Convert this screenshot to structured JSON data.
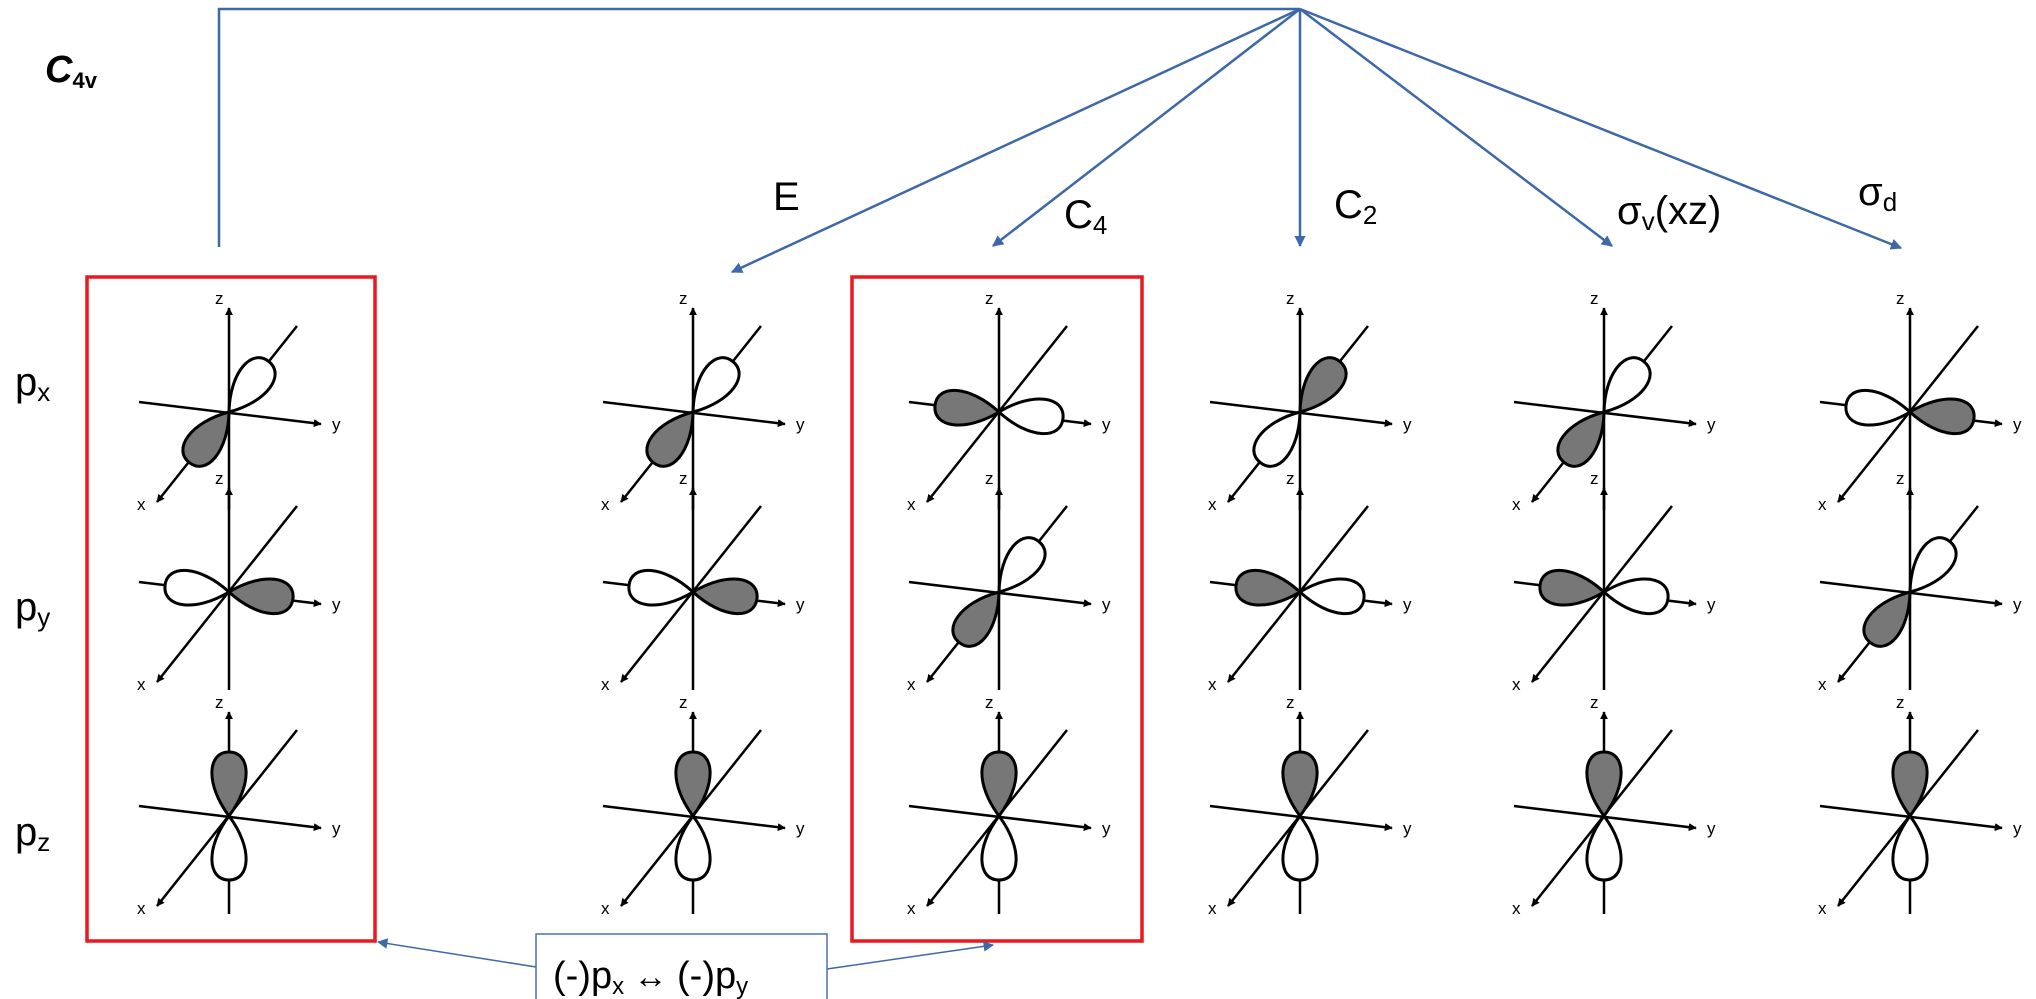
{
  "group": {
    "name": "C",
    "subscript": "4v"
  },
  "operations": [
    {
      "id": "E",
      "base": "E",
      "sub": "",
      "suffix": ""
    },
    {
      "id": "C4",
      "base": "C",
      "sub": "4",
      "suffix": ""
    },
    {
      "id": "C2",
      "base": "C",
      "sub": "2",
      "suffix": ""
    },
    {
      "id": "sigma_v",
      "base": "σ",
      "sub": "v",
      "suffix": "(xz)"
    },
    {
      "id": "sigma_d",
      "base": "σ",
      "sub": "d",
      "suffix": ""
    }
  ],
  "orbitals": [
    {
      "base": "p",
      "sub": "x"
    },
    {
      "base": "p",
      "sub": "y"
    },
    {
      "base": "p",
      "sub": "z"
    }
  ],
  "axes": {
    "x": "x",
    "y": "y",
    "z": "z"
  },
  "note": {
    "p1": "(-)p",
    "s1": "x",
    "arrow": " ↔ ",
    "p2": "(-)p",
    "s2": "y"
  },
  "colors": {
    "arrow": "#3e68a8",
    "highlight": "#e8191f",
    "lobe_shaded": "#777777",
    "note_border": "#4a72b0"
  }
}
